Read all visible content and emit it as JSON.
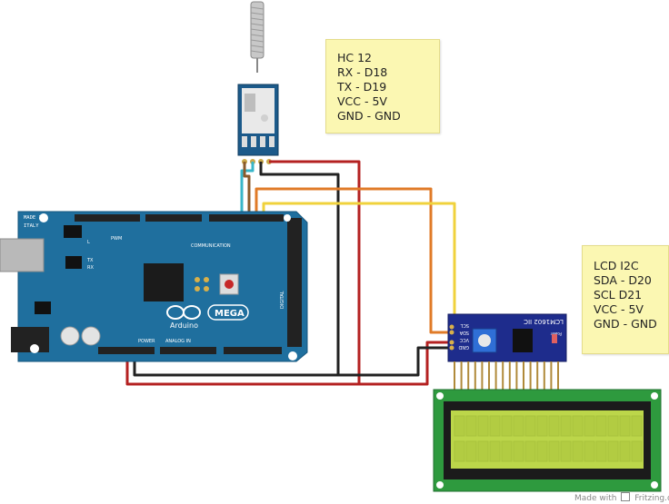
{
  "notes": {
    "hc12": [
      "HC 12",
      "RX - D18",
      "TX - D19",
      "VCC - 5V",
      "GND - GND"
    ],
    "lcd": [
      "LCD I2C",
      "SDA - D20",
      "SCL D21",
      "VCC - 5V",
      "GND - GND"
    ]
  },
  "arduino": {
    "made_in": "MADE IN",
    "italy": "ITALY",
    "brand": "Arduino",
    "model": "MEGA",
    "label_communication": "COMMUNICATION",
    "label_power": "POWER",
    "label_analog_in": "ANALOG IN",
    "label_digital": "DIGITAL",
    "label_pwm": "PWM",
    "label_tx": "TX",
    "label_rx": "RX",
    "label_l": "L"
  },
  "i2c_module": {
    "title": "LCM1602 IIC",
    "pins": [
      "SCL",
      "SDA",
      "VCC",
      "GND"
    ],
    "power_label": "Power"
  },
  "footer": {
    "made_with": "Made with",
    "brand": "Fritzing.org"
  },
  "colors": {
    "board": "#1f6f9e",
    "wire_red": "#b42121",
    "wire_black": "#222222",
    "wire_orange": "#e07b28",
    "wire_yellow": "#f0d23c",
    "wire_cyan": "#38b6c9",
    "lcd_screen": "#bcd64a",
    "note_bg": "#fbf7b2"
  }
}
